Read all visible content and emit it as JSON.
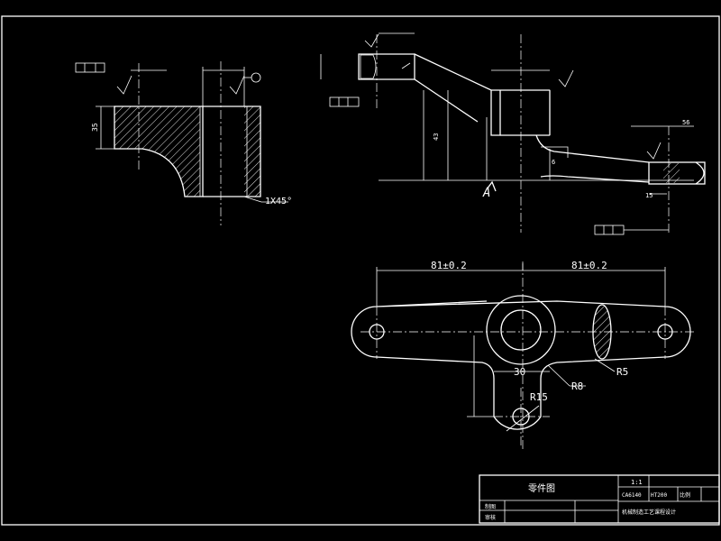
{
  "drawing": {
    "dims": {
      "width_81_left": "81±0.2",
      "width_81_right": "81±0.2",
      "dim_30": "30",
      "radius_r5": "R5",
      "radius_r8": "R8",
      "radius_r15": "R15",
      "chamfer_label": "1X45°",
      "dim_15": "15",
      "dim_43": "43",
      "dim_56": "56",
      "dim_35": "35",
      "dim_6": "6"
    },
    "datum_label": "A",
    "title_block": {
      "title": "零件图",
      "row_labels": [
        "制图",
        "审核"
      ],
      "material": "HT200",
      "ratio_label": "比例",
      "ratio_value": "1:1",
      "school": "机械制造工艺课程设计",
      "code": "CA6140"
    }
  }
}
